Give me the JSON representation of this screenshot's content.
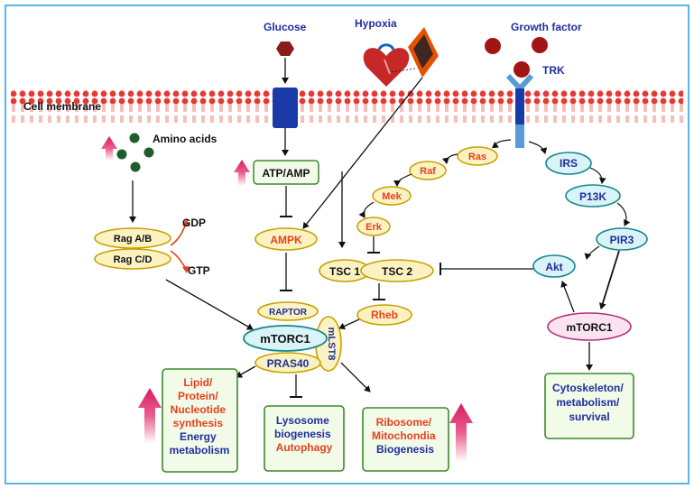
{
  "labels": {
    "cell_membrane": "Cell membrane",
    "glucose": "Glucose",
    "hypoxia": "Hypoxia",
    "growth_factor": "Growth factor",
    "trk": "TRK",
    "amino_acids": "Amino acids",
    "gdp": "GDP",
    "gtp": "GTP"
  },
  "nodes": {
    "rag_ab": "Rag A/B",
    "rag_cd": "Rag C/D",
    "atp_amp": "ATP/AMP",
    "ampk": "AMPK",
    "ras": "Ras",
    "raf": "Raf",
    "mek": "Mek",
    "erk": "Erk",
    "tsc1": "TSC 1",
    "tsc2": "TSC 2",
    "rheb": "Rheb",
    "irs": "IRS",
    "p13k": "P13K",
    "pir3": "PIR3",
    "akt": "Akt",
    "mtorc1_right": "mTORC1",
    "raptor": "RAPTOR",
    "mtorc1_center": "mTORC1",
    "mlst8": "mLST8",
    "pras40": "PRAS40"
  },
  "outputs": {
    "lipid": [
      "Lipid/",
      "Protein/",
      "Nucleotide",
      "synthesis"
    ],
    "energy": [
      "Energy",
      "metabolism"
    ],
    "lysosome": [
      "Lysosome",
      "biogenesis"
    ],
    "autophagy": "Autophagy",
    "ribosome": [
      "Ribosome/",
      "Mitochondia"
    ],
    "biogenesis": "Biogenesis",
    "cytoskeleton": [
      "Cytoskeleton/",
      "metabolism/",
      "survival"
    ]
  },
  "colors": {
    "frame": "#5ab4e6",
    "yellow_fill": "#fbf2c2",
    "yellow_stroke": "#c9a000",
    "teal_fill": "#d9f3f6",
    "teal_stroke": "#17888f",
    "pink_fill": "#fbe3f1",
    "pink_stroke": "#b0317f",
    "green_fill": "#f2fae8",
    "green_stroke": "#3a8b2a",
    "membrane": "#e53935",
    "receptor_blue": "#1a3aa8",
    "up_arrow": "#e0306a"
  }
}
